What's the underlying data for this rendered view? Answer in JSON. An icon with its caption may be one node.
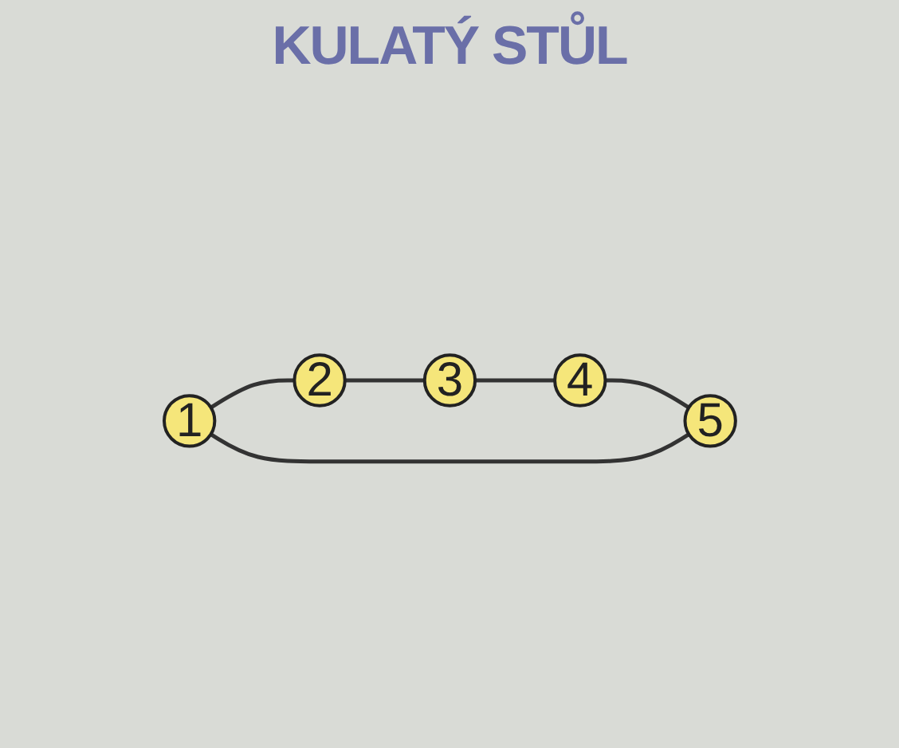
{
  "diagram": {
    "title": "KULATÝ STŮL",
    "nodes": [
      {
        "text": [
          "1"
        ]
      },
      {
        "text": [
          "2"
        ]
      },
      {
        "text": [
          "3"
        ]
      },
      {
        "text": [
          "4"
        ]
      },
      {
        "text": [
          "5"
        ]
      }
    ],
    "edges": [
      {
        "from": 0,
        "to": 1,
        "arrow": "none"
      },
      {
        "from": 1,
        "to": 2,
        "arrow": "none"
      },
      {
        "from": 2,
        "to": 3,
        "arrow": "none"
      },
      {
        "from": 3,
        "to": 4,
        "arrow": "none"
      },
      {
        "from": 4,
        "to": 0,
        "arrow": "none"
      }
    ]
  }
}
